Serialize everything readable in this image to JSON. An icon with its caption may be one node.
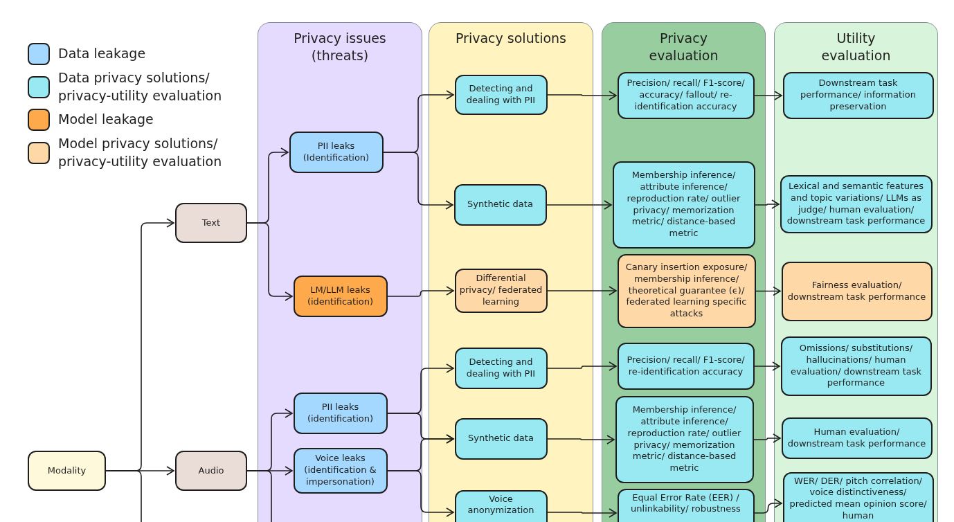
{
  "diagram": {
    "nodes": [
      {
        "text": [
          "Privacy issues (threats)"
        ]
      },
      {
        "text": [
          "Privacy solutions"
        ]
      },
      {
        "text": [
          "Privacy evaluation"
        ]
      },
      {
        "text": [
          "Utility evaluation"
        ]
      },
      {
        "text": [
          "Modality"
        ]
      },
      {
        "text": [
          "Text"
        ]
      },
      {
        "text": [
          "Audio"
        ]
      },
      {
        "text": [
          "PII leaks (Identification)"
        ],
        "in": 0
      },
      {
        "text": [
          "LM/LLM leaks (identification)"
        ],
        "in": 0
      },
      {
        "text": [
          "PII leaks (identification)"
        ],
        "in": 0
      },
      {
        "text": [
          "Voice leaks (identification & impersonation)"
        ],
        "in": 0
      },
      {
        "text": [
          "Detecting and dealing with PII"
        ],
        "in": 1
      },
      {
        "text": [
          "Synthetic data"
        ],
        "in": 1
      },
      {
        "text": [
          "Differential privacy/ federated learning"
        ],
        "in": 1
      },
      {
        "text": [
          "Detecting and dealing with PII"
        ],
        "in": 1
      },
      {
        "text": [
          "Synthetic data"
        ],
        "in": 1
      },
      {
        "text": [
          "Voice anonymization"
        ],
        "in": 1
      },
      {
        "text": [
          "Precision/ recall/ F1-score/ accuracy/ fallout/ re-identification accuracy"
        ],
        "in": 2
      },
      {
        "text": [
          "Membership inference/ attribute inference/ reproduction rate/ outlier privacy/ memorization metric/ distance-based metric"
        ],
        "in": 2
      },
      {
        "text": [
          "Canary insertion exposure/ membership inference/ theoretical guarantee (ϵ)/ federated learning specific attacks"
        ],
        "in": 2
      },
      {
        "text": [
          "Precision/ recall/ F1-score/ re-identification accuracy"
        ],
        "in": 2
      },
      {
        "text": [
          "Membership inference/ attribute inference/ reproduction rate/ outlier privacy/ memorization metric/ distance-based metric"
        ],
        "in": 2
      },
      {
        "text": [
          "Equal Error Rate (EER) / unlinkability/ robustness"
        ],
        "in": 2
      },
      {
        "text": [
          "Downstream task performance/ information preservation"
        ],
        "in": 3
      },
      {
        "text": [
          "Lexical and semantic features and topic variations/ LLMs as judge/ human evaluation/ downstream task performance"
        ],
        "in": 3
      },
      {
        "text": [
          "Fairness evaluation/ downstream task performance"
        ],
        "in": 3
      },
      {
        "text": [
          "Omissions/ substitutions/ hallucinations/ human evaluation/ downstream task performance"
        ],
        "in": 3
      },
      {
        "text": [
          "Human evaluation/ downstream task performance"
        ],
        "in": 3
      },
      {
        "text": [
          "WER/ DER/ pitch correlation/ voice distinctiveness/ predicted mean opinion score/ human"
        ],
        "in": 3
      }
    ],
    "edges": [
      {
        "from": 4,
        "to": 5,
        "arrow": "to"
      },
      {
        "from": 4,
        "to": 6,
        "arrow": "to"
      },
      {
        "from": 4,
        "to": null,
        "arrow": "none"
      },
      {
        "from": 5,
        "to": 7,
        "arrow": "to"
      },
      {
        "from": 5,
        "to": 8,
        "arrow": "to"
      },
      {
        "from": 6,
        "to": 9,
        "arrow": "to"
      },
      {
        "from": 6,
        "to": 10,
        "arrow": "to"
      },
      {
        "from": 6,
        "to": null,
        "arrow": "none"
      },
      {
        "from": 7,
        "to": 11,
        "arrow": "to"
      },
      {
        "from": 7,
        "to": 12,
        "arrow": "to"
      },
      {
        "from": 8,
        "to": 13,
        "arrow": "to"
      },
      {
        "from": 9,
        "to": 14,
        "arrow": "to"
      },
      {
        "from": 9,
        "to": 15,
        "arrow": "to"
      },
      {
        "from": 10,
        "to": 15,
        "arrow": "to"
      },
      {
        "from": 10,
        "to": 16,
        "arrow": "to"
      },
      {
        "from": 11,
        "to": 17,
        "arrow": "to"
      },
      {
        "from": 12,
        "to": 18,
        "arrow": "to"
      },
      {
        "from": 13,
        "to": 19,
        "arrow": "to"
      },
      {
        "from": 14,
        "to": 20,
        "arrow": "to"
      },
      {
        "from": 15,
        "to": 21,
        "arrow": "to"
      },
      {
        "from": 16,
        "to": 22,
        "arrow": "to"
      },
      {
        "from": 17,
        "to": 23,
        "arrow": "to"
      },
      {
        "from": 18,
        "to": 24,
        "arrow": "to"
      },
      {
        "from": 19,
        "to": 25,
        "arrow": "to"
      },
      {
        "from": 20,
        "to": 26,
        "arrow": "to"
      },
      {
        "from": 21,
        "to": 27,
        "arrow": "to"
      },
      {
        "from": 22,
        "to": 28,
        "arrow": "to"
      }
    ],
    "legend": [
      {
        "text": "Data leakage",
        "color": "#a5d8ff"
      },
      {
        "text": "Data privacy solutions/ privacy-utility evaluation",
        "color": "#99e9f2"
      },
      {
        "text": "Model leakage",
        "color": "#ffa94d"
      },
      {
        "text": "Model privacy solutions/ privacy-utility evaluation",
        "color": "#ffd8a8"
      }
    ]
  }
}
